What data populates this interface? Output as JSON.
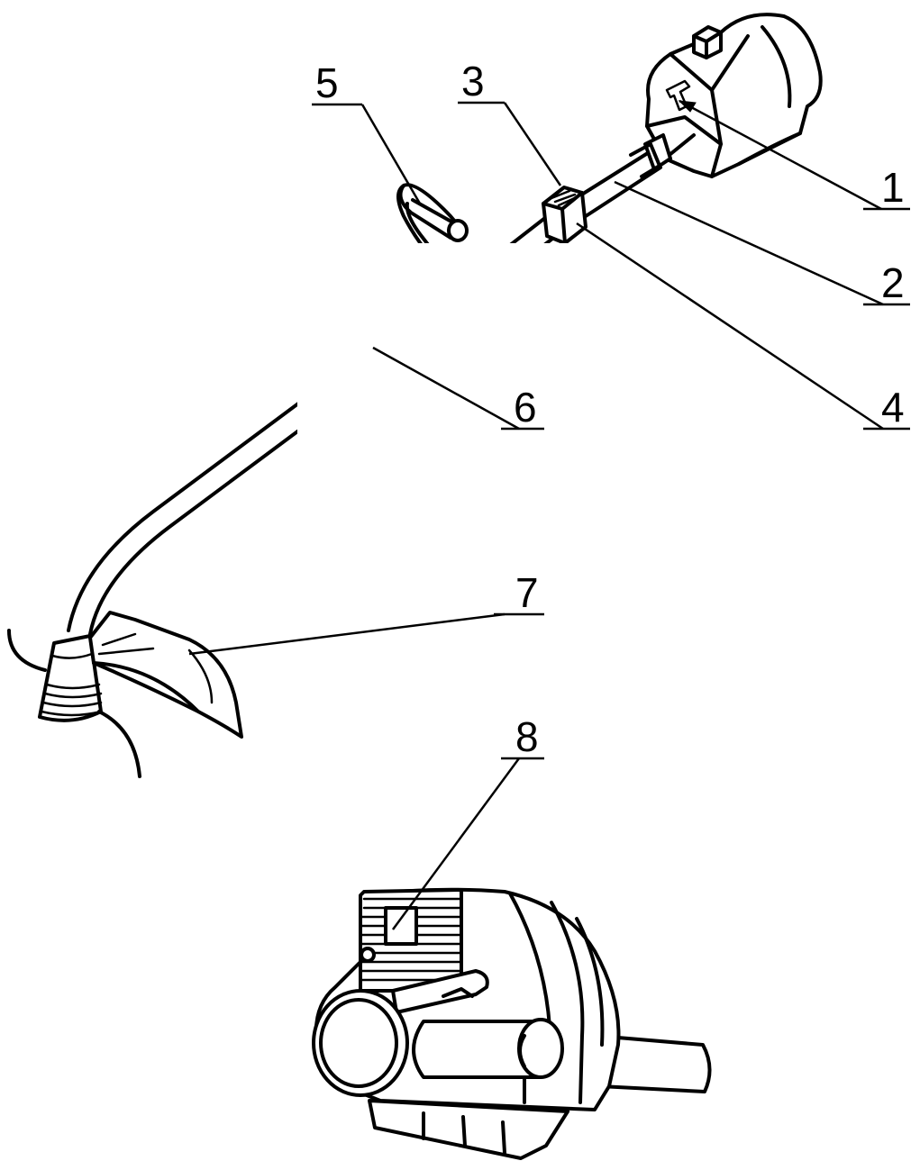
{
  "figure": {
    "labels": [
      {
        "id": "1",
        "text": "1"
      },
      {
        "id": "2",
        "text": "2"
      },
      {
        "id": "3",
        "text": "3"
      },
      {
        "id": "4",
        "text": "4"
      },
      {
        "id": "5",
        "text": "5"
      },
      {
        "id": "6",
        "text": "6"
      },
      {
        "id": "7",
        "text": "7"
      },
      {
        "id": "8",
        "text": "8"
      }
    ]
  }
}
